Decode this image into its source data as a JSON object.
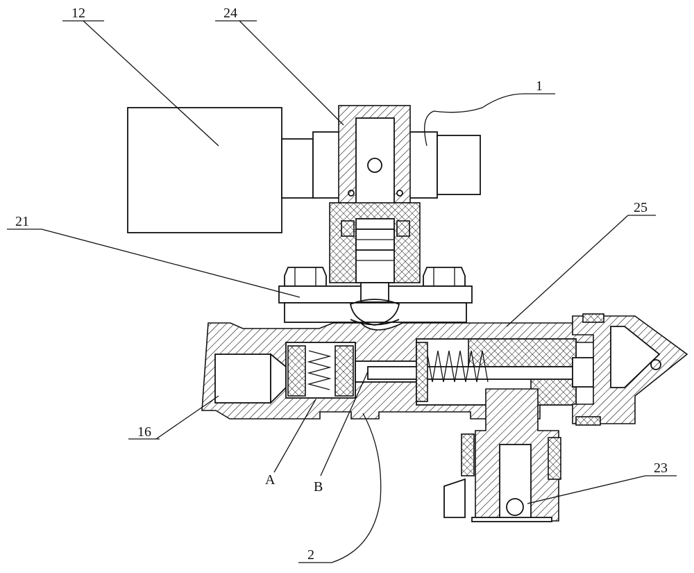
{
  "diagram": {
    "labels": {
      "l12": "12",
      "l24": "24",
      "l1": "1",
      "l25": "25",
      "l21": "21",
      "l16": "16",
      "lA": "A",
      "lB": "B",
      "l23": "23",
      "l2": "2"
    }
  }
}
